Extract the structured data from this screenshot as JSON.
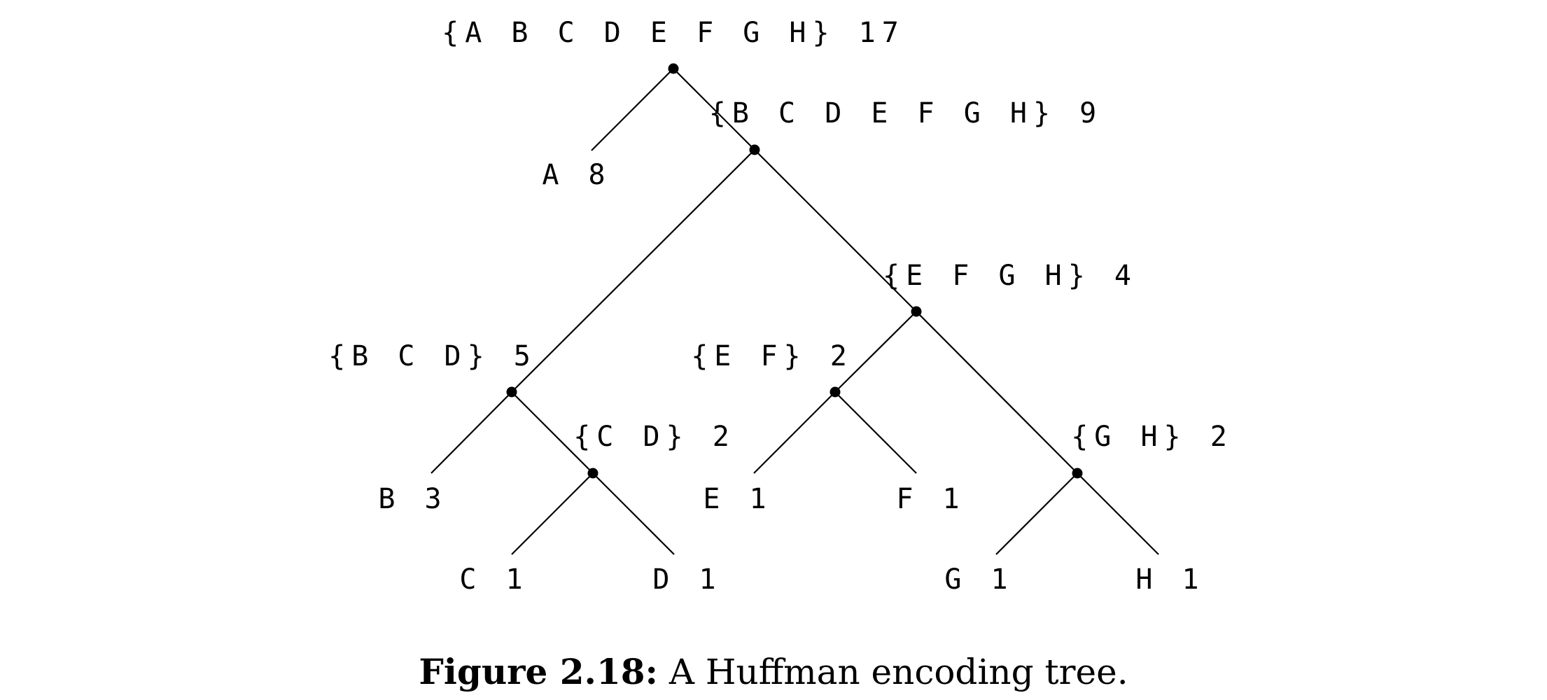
{
  "tree": {
    "nodes": [
      {
        "id": "root",
        "label": "{A B C D E F G H} 17",
        "internal": true
      },
      {
        "id": "A",
        "label": "A 8",
        "internal": false
      },
      {
        "id": "BCDEFGH",
        "label": "{B C D E F G H} 9",
        "internal": true
      },
      {
        "id": "BCD",
        "label": "{B C D} 5",
        "internal": true
      },
      {
        "id": "EFGH",
        "label": "{E F G H} 4",
        "internal": true
      },
      {
        "id": "B",
        "label": "B 3",
        "internal": false
      },
      {
        "id": "CD",
        "label": "{C D} 2",
        "internal": true
      },
      {
        "id": "EF",
        "label": "{E F} 2",
        "internal": true
      },
      {
        "id": "GH",
        "label": "{G H} 2",
        "internal": true
      },
      {
        "id": "C",
        "label": "C 1",
        "internal": false
      },
      {
        "id": "D",
        "label": "D 1",
        "internal": false
      },
      {
        "id": "E",
        "label": "E 1",
        "internal": false
      },
      {
        "id": "F",
        "label": "F 1",
        "internal": false
      },
      {
        "id": "G",
        "label": "G 1",
        "internal": false
      },
      {
        "id": "H",
        "label": "H 1",
        "internal": false
      }
    ],
    "edges": [
      [
        "root",
        "A"
      ],
      [
        "root",
        "BCDEFGH"
      ],
      [
        "BCDEFGH",
        "BCD"
      ],
      [
        "BCDEFGH",
        "EFGH"
      ],
      [
        "BCD",
        "B"
      ],
      [
        "BCD",
        "CD"
      ],
      [
        "CD",
        "C"
      ],
      [
        "CD",
        "D"
      ],
      [
        "EFGH",
        "EF"
      ],
      [
        "EFGH",
        "GH"
      ],
      [
        "EF",
        "E"
      ],
      [
        "EF",
        "F"
      ],
      [
        "GH",
        "G"
      ],
      [
        "GH",
        "H"
      ]
    ]
  },
  "caption": {
    "label": "Figure 2.18:",
    "text": "A Huffman encoding tree."
  }
}
